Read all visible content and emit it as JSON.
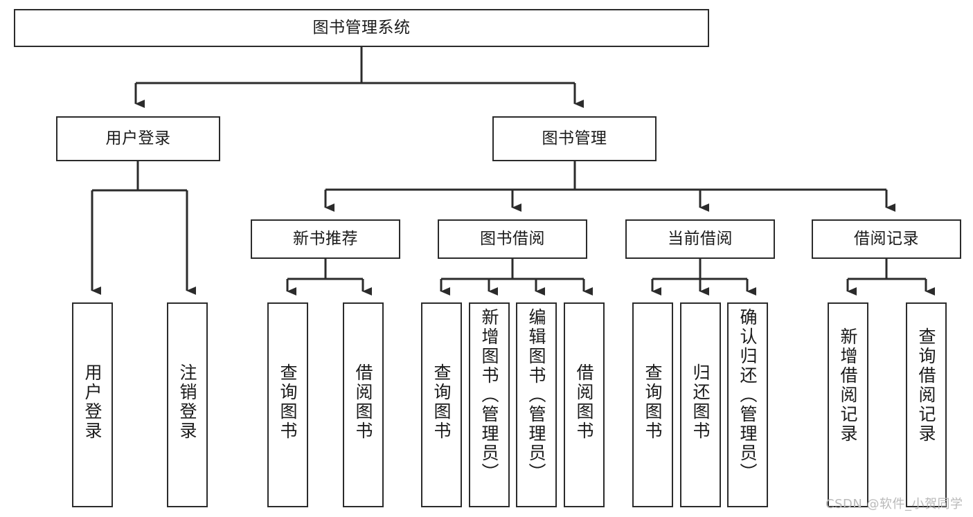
{
  "diagram": {
    "title": "图书管理系统",
    "type": "tree-hierarchy-diagram",
    "colors": {
      "background": "#ffffff",
      "box_border": "#2b2b2b",
      "box_fill": "#ffffff",
      "connector": "#2b2b2b",
      "text": "#1a1a1a",
      "watermark": "#b9b9b9"
    },
    "nodes": {
      "root": {
        "label": "图书管理系统"
      },
      "level2": [
        {
          "id": "user-login",
          "label": "用户登录"
        },
        {
          "id": "book-management",
          "label": "图书管理"
        }
      ],
      "level3": [
        {
          "id": "new-book-recommend",
          "label": "新书推荐"
        },
        {
          "id": "book-borrow",
          "label": "图书借阅"
        },
        {
          "id": "current-borrow",
          "label": "当前借阅"
        },
        {
          "id": "borrow-record",
          "label": "借阅记录"
        }
      ],
      "leaves": [
        {
          "id": "leaf-user-login",
          "label": "用户登录"
        },
        {
          "id": "leaf-logout-login",
          "label": "注销登录"
        },
        {
          "id": "leaf-query-book-1",
          "label": "查询图书"
        },
        {
          "id": "leaf-borrow-book-1",
          "label": "借阅图书"
        },
        {
          "id": "leaf-query-book-2",
          "label": "查询图书"
        },
        {
          "id": "leaf-add-book",
          "label": "新增图书（管理员）"
        },
        {
          "id": "leaf-edit-book",
          "label": "编辑图书（管理员）"
        },
        {
          "id": "leaf-borrow-book-2",
          "label": "借阅图书"
        },
        {
          "id": "leaf-query-book-3",
          "label": "查询图书"
        },
        {
          "id": "leaf-return-book",
          "label": "归还图书"
        },
        {
          "id": "leaf-confirm-return",
          "label": "确认归还（管理员）"
        },
        {
          "id": "leaf-add-borrow-record",
          "label": "新增借阅记录"
        },
        {
          "id": "leaf-query-borrow-record",
          "label": "查询借阅记录"
        }
      ]
    },
    "watermark": "CSDN @软件_小贺同学"
  }
}
